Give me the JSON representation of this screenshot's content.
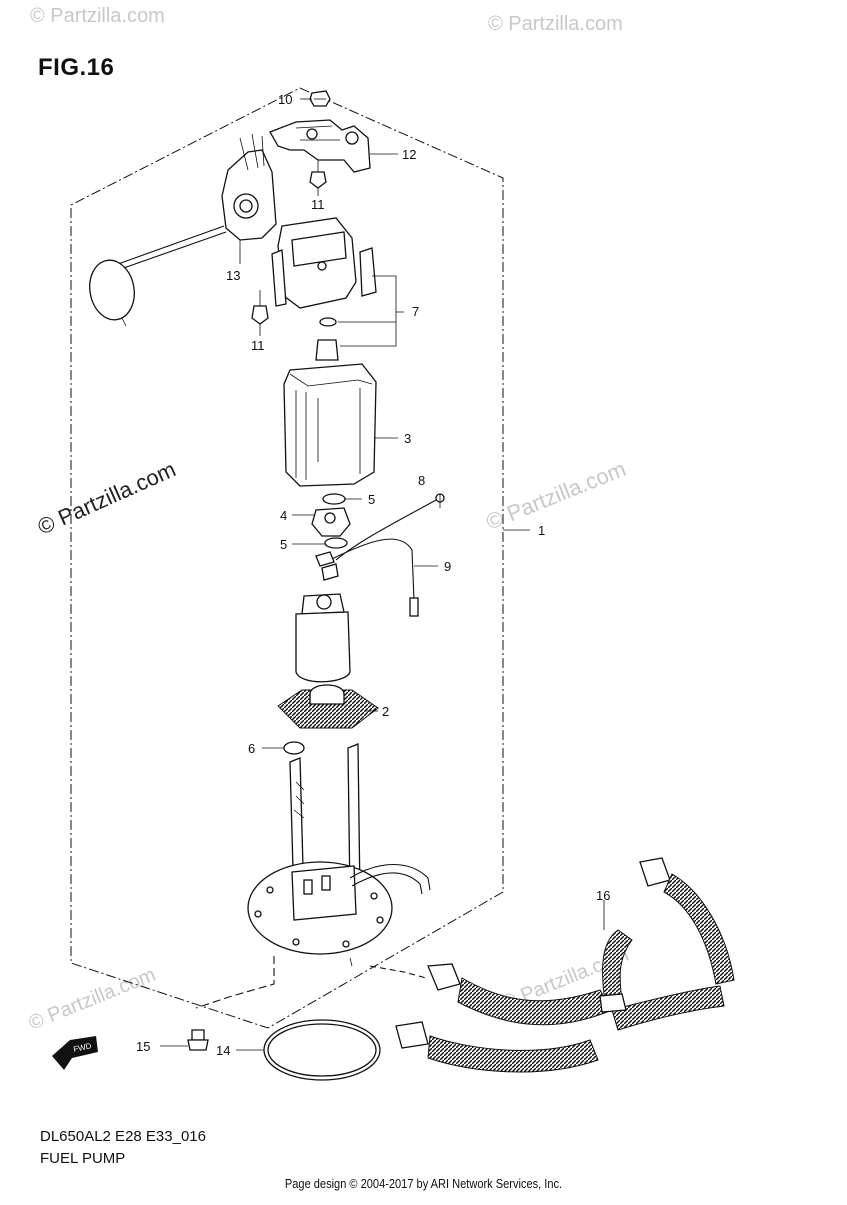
{
  "figure": {
    "title": "FIG.16",
    "model_code": "DL650AL2 E28 E33_016",
    "name": "FUEL PUMP"
  },
  "footer": {
    "copyright": "Page design © 2004-2017 by ARI Network Services, Inc."
  },
  "watermark": {
    "text": "© Partzilla.com"
  },
  "fwd_badge": {
    "label": "FWD"
  },
  "callouts": {
    "c1": "1",
    "c2": "2",
    "c3": "3",
    "c4": "4",
    "c5a": "5",
    "c5b": "5",
    "c6": "6",
    "c7": "7",
    "c8": "8",
    "c9": "9",
    "c10": "10",
    "c11a": "11",
    "c11b": "11",
    "c12": "12",
    "c13": "13",
    "c14": "14",
    "c15": "15",
    "c16": "16"
  }
}
